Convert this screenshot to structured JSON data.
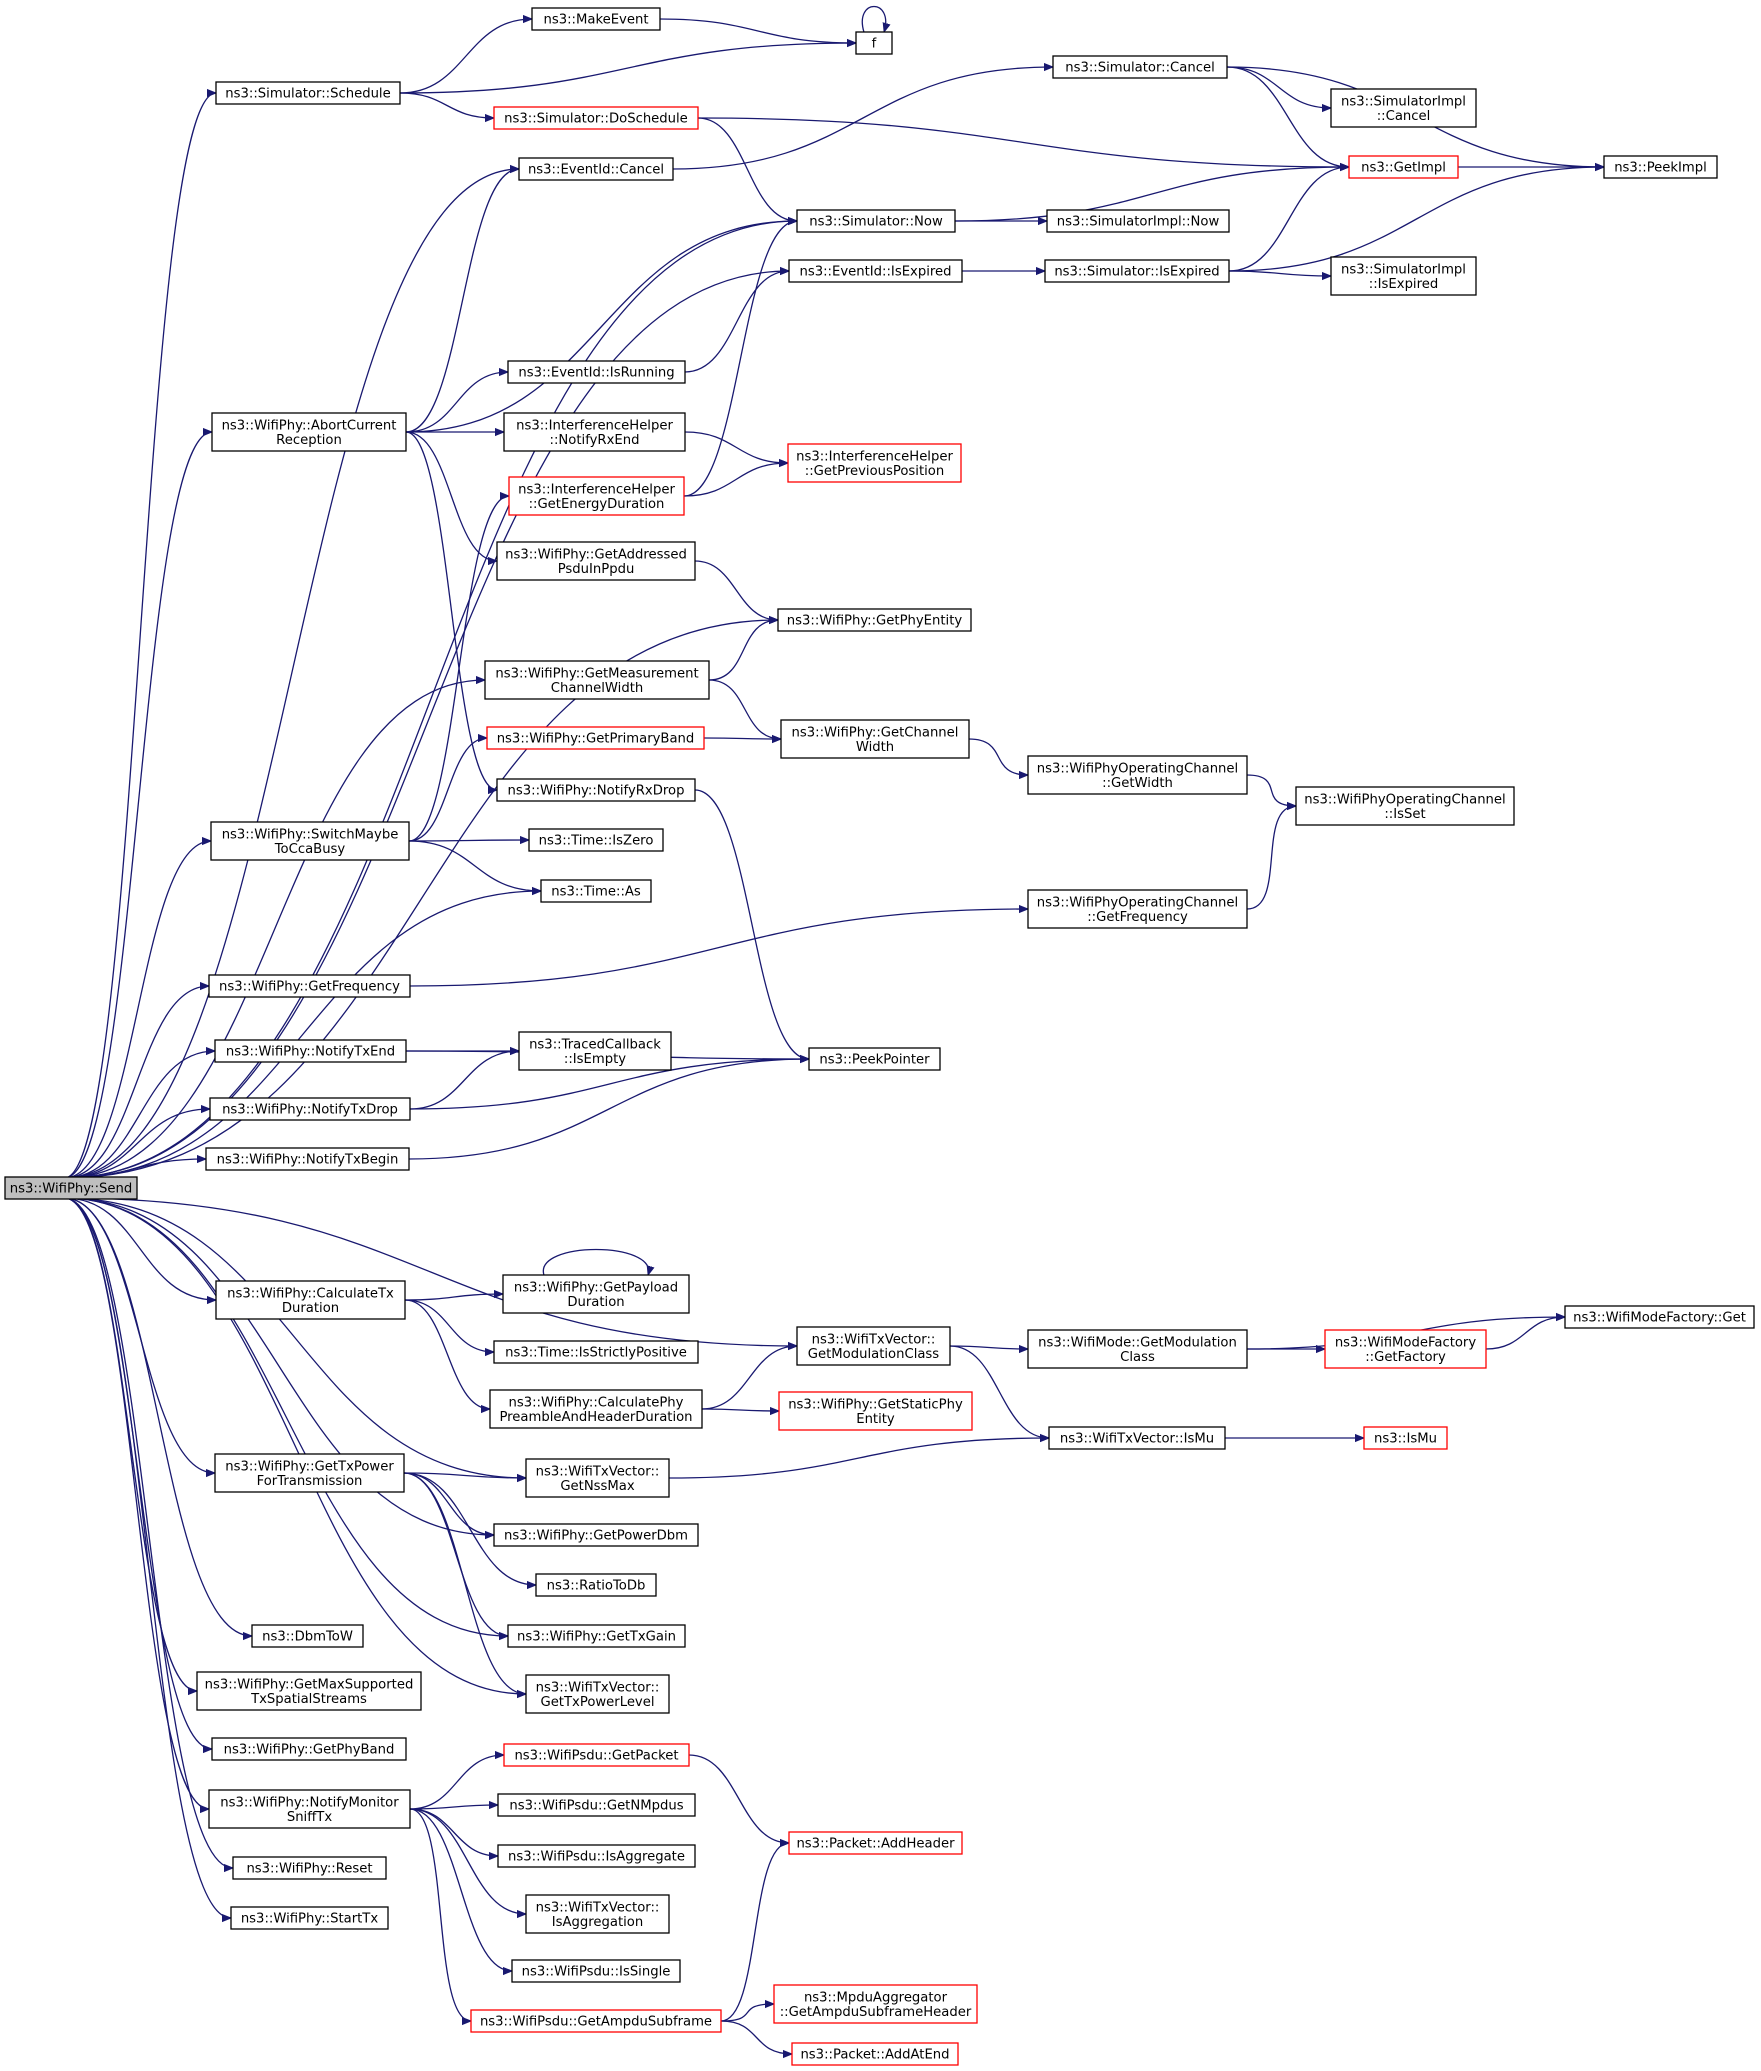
{
  "diagram": {
    "type": "call-graph",
    "nodes": [
      {
        "id": "send",
        "lines": [
          "ns3::WifiPhy::Send"
        ],
        "style": "root"
      },
      {
        "id": "makeevent",
        "lines": [
          "ns3::MakeEvent"
        ],
        "style": "normal"
      },
      {
        "id": "f",
        "lines": [
          "f"
        ],
        "style": "normal"
      },
      {
        "id": "schedule",
        "lines": [
          "ns3::Simulator::Schedule"
        ],
        "style": "normal"
      },
      {
        "id": "doschedule",
        "lines": [
          "ns3::Simulator::DoSchedule"
        ],
        "style": "red"
      },
      {
        "id": "simcancel",
        "lines": [
          "ns3::Simulator::Cancel"
        ],
        "style": "normal"
      },
      {
        "id": "simimplcancel",
        "lines": [
          "ns3::SimulatorImpl",
          "::Cancel"
        ],
        "style": "normal"
      },
      {
        "id": "eventcancel",
        "lines": [
          "ns3::EventId::Cancel"
        ],
        "style": "normal"
      },
      {
        "id": "getimpl",
        "lines": [
          "ns3::GetImpl"
        ],
        "style": "red"
      },
      {
        "id": "peekimpl",
        "lines": [
          "ns3::PeekImpl"
        ],
        "style": "normal"
      },
      {
        "id": "simnow",
        "lines": [
          "ns3::Simulator::Now"
        ],
        "style": "normal"
      },
      {
        "id": "simimplnow",
        "lines": [
          "ns3::SimulatorImpl::Now"
        ],
        "style": "normal"
      },
      {
        "id": "eventisexpired",
        "lines": [
          "ns3::EventId::IsExpired"
        ],
        "style": "normal"
      },
      {
        "id": "simisexpired",
        "lines": [
          "ns3::Simulator::IsExpired"
        ],
        "style": "normal"
      },
      {
        "id": "simimplisexpired",
        "lines": [
          "ns3::SimulatorImpl",
          "::IsExpired"
        ],
        "style": "normal"
      },
      {
        "id": "isrunning",
        "lines": [
          "ns3::EventId::IsRunning"
        ],
        "style": "normal"
      },
      {
        "id": "abort",
        "lines": [
          "ns3::WifiPhy::AbortCurrent",
          "Reception"
        ],
        "style": "normal"
      },
      {
        "id": "notifyrxend",
        "lines": [
          "ns3::InterferenceHelper",
          "::NotifyRxEnd"
        ],
        "style": "normal"
      },
      {
        "id": "getprevpos",
        "lines": [
          "ns3::InterferenceHelper",
          "::GetPreviousPosition"
        ],
        "style": "red"
      },
      {
        "id": "getenergy",
        "lines": [
          "ns3::InterferenceHelper",
          "::GetEnergyDuration"
        ],
        "style": "red"
      },
      {
        "id": "getaddressed",
        "lines": [
          "ns3::WifiPhy::GetAddressed",
          "PsduInPpdu"
        ],
        "style": "normal"
      },
      {
        "id": "getphyentity",
        "lines": [
          "ns3::WifiPhy::GetPhyEntity"
        ],
        "style": "normal"
      },
      {
        "id": "getmeas",
        "lines": [
          "ns3::WifiPhy::GetMeasurement",
          "ChannelWidth"
        ],
        "style": "normal"
      },
      {
        "id": "getprimary",
        "lines": [
          "ns3::WifiPhy::GetPrimaryBand"
        ],
        "style": "red"
      },
      {
        "id": "getchanwidth",
        "lines": [
          "ns3::WifiPhy::GetChannel",
          "Width"
        ],
        "style": "normal"
      },
      {
        "id": "opgetwidth",
        "lines": [
          "ns3::WifiPhyOperatingChannel",
          "::GetWidth"
        ],
        "style": "normal"
      },
      {
        "id": "opisset",
        "lines": [
          "ns3::WifiPhyOperatingChannel",
          "::IsSet"
        ],
        "style": "normal"
      },
      {
        "id": "notifyrxdrop",
        "lines": [
          "ns3::WifiPhy::NotifyRxDrop"
        ],
        "style": "normal"
      },
      {
        "id": "switchcca",
        "lines": [
          "ns3::WifiPhy::SwitchMaybe",
          "ToCcaBusy"
        ],
        "style": "normal"
      },
      {
        "id": "iszero",
        "lines": [
          "ns3::Time::IsZero"
        ],
        "style": "normal"
      },
      {
        "id": "timeas",
        "lines": [
          "ns3::Time::As"
        ],
        "style": "normal"
      },
      {
        "id": "opgetfreq",
        "lines": [
          "ns3::WifiPhyOperatingChannel",
          "::GetFrequency"
        ],
        "style": "normal"
      },
      {
        "id": "getfreq",
        "lines": [
          "ns3::WifiPhy::GetFrequency"
        ],
        "style": "normal"
      },
      {
        "id": "notifytxend",
        "lines": [
          "ns3::WifiPhy::NotifyTxEnd"
        ],
        "style": "normal"
      },
      {
        "id": "tracedisempty",
        "lines": [
          "ns3::TracedCallback",
          "::IsEmpty"
        ],
        "style": "normal"
      },
      {
        "id": "peekpointer",
        "lines": [
          "ns3::PeekPointer"
        ],
        "style": "normal"
      },
      {
        "id": "notifytxdrop",
        "lines": [
          "ns3::WifiPhy::NotifyTxDrop"
        ],
        "style": "normal"
      },
      {
        "id": "notifytxbegin",
        "lines": [
          "ns3::WifiPhy::NotifyTxBegin"
        ],
        "style": "normal"
      },
      {
        "id": "calctx",
        "lines": [
          "ns3::WifiPhy::CalculateTx",
          "Duration"
        ],
        "style": "normal"
      },
      {
        "id": "getpayload",
        "lines": [
          "ns3::WifiPhy::GetPayload",
          "Duration"
        ],
        "style": "normal"
      },
      {
        "id": "isstrictly",
        "lines": [
          "ns3::Time::IsStrictlyPositive"
        ],
        "style": "normal"
      },
      {
        "id": "calcpreamble",
        "lines": [
          "ns3::WifiPhy::CalculatePhy",
          "PreambleAndHeaderDuration"
        ],
        "style": "normal"
      },
      {
        "id": "getmodclass",
        "lines": [
          "ns3::WifiTxVector::",
          "GetModulationClass"
        ],
        "style": "normal"
      },
      {
        "id": "modegetmod",
        "lines": [
          "ns3::WifiMode::GetModulation",
          "Class"
        ],
        "style": "normal"
      },
      {
        "id": "getfactory",
        "lines": [
          "ns3::WifiModeFactory",
          "::GetFactory"
        ],
        "style": "red"
      },
      {
        "id": "factoryget",
        "lines": [
          "ns3::WifiModeFactory::Get"
        ],
        "style": "normal"
      },
      {
        "id": "getstaticphy",
        "lines": [
          "ns3::WifiPhy::GetStaticPhy",
          "Entity"
        ],
        "style": "red"
      },
      {
        "id": "txvecismu",
        "lines": [
          "ns3::WifiTxVector::IsMu"
        ],
        "style": "normal"
      },
      {
        "id": "ismu",
        "lines": [
          "ns3::IsMu"
        ],
        "style": "red"
      },
      {
        "id": "gettxpower",
        "lines": [
          "ns3::WifiPhy::GetTxPower",
          "ForTransmission"
        ],
        "style": "normal"
      },
      {
        "id": "getnssmax",
        "lines": [
          "ns3::WifiTxVector::",
          "GetNssMax"
        ],
        "style": "normal"
      },
      {
        "id": "getpowerdbm",
        "lines": [
          "ns3::WifiPhy::GetPowerDbm"
        ],
        "style": "normal"
      },
      {
        "id": "ratiotodb",
        "lines": [
          "ns3::RatioToDb"
        ],
        "style": "normal"
      },
      {
        "id": "gettxgain",
        "lines": [
          "ns3::WifiPhy::GetTxGain"
        ],
        "style": "normal"
      },
      {
        "id": "dbmtow",
        "lines": [
          "ns3::DbmToW"
        ],
        "style": "normal"
      },
      {
        "id": "gettxpowerlevel",
        "lines": [
          "ns3::WifiTxVector::",
          "GetTxPowerLevel"
        ],
        "style": "normal"
      },
      {
        "id": "getmaxsupp",
        "lines": [
          "ns3::WifiPhy::GetMaxSupported",
          "TxSpatialStreams"
        ],
        "style": "normal"
      },
      {
        "id": "getphyband",
        "lines": [
          "ns3::WifiPhy::GetPhyBand"
        ],
        "style": "normal"
      },
      {
        "id": "notifymonitor",
        "lines": [
          "ns3::WifiPhy::NotifyMonitor",
          "SniffTx"
        ],
        "style": "normal"
      },
      {
        "id": "psdugetpacket",
        "lines": [
          "ns3::WifiPsdu::GetPacket"
        ],
        "style": "red"
      },
      {
        "id": "psdugetnmpdus",
        "lines": [
          "ns3::WifiPsdu::GetNMpdus"
        ],
        "style": "normal"
      },
      {
        "id": "psduisagg",
        "lines": [
          "ns3::WifiPsdu::IsAggregate"
        ],
        "style": "normal"
      },
      {
        "id": "txvecisagg",
        "lines": [
          "ns3::WifiTxVector::",
          "IsAggregation"
        ],
        "style": "normal"
      },
      {
        "id": "psduissingle",
        "lines": [
          "ns3::WifiPsdu::IsSingle"
        ],
        "style": "normal"
      },
      {
        "id": "psdugetampdu",
        "lines": [
          "ns3::WifiPsdu::GetAmpduSubframe"
        ],
        "style": "red"
      },
      {
        "id": "addheader",
        "lines": [
          "ns3::Packet::AddHeader"
        ],
        "style": "red"
      },
      {
        "id": "getampduhdr",
        "lines": [
          "ns3::MpduAggregator",
          "::GetAmpduSubframeHeader"
        ],
        "style": "red"
      },
      {
        "id": "addatend",
        "lines": [
          "ns3::Packet::AddAtEnd"
        ],
        "style": "red"
      },
      {
        "id": "reset",
        "lines": [
          "ns3::WifiPhy::Reset"
        ],
        "style": "normal"
      },
      {
        "id": "starttx",
        "lines": [
          "ns3::WifiPhy::StartTx"
        ],
        "style": "normal"
      }
    ],
    "edges": [
      [
        "send",
        "schedule"
      ],
      [
        "send",
        "eventcancel"
      ],
      [
        "send",
        "simnow"
      ],
      [
        "send",
        "eventisexpired"
      ],
      [
        "send",
        "abort"
      ],
      [
        "send",
        "getphyentity"
      ],
      [
        "send",
        "getmeas"
      ],
      [
        "send",
        "switchcca"
      ],
      [
        "send",
        "timeas"
      ],
      [
        "send",
        "getfreq"
      ],
      [
        "send",
        "notifytxend"
      ],
      [
        "send",
        "notifytxdrop"
      ],
      [
        "send",
        "notifytxbegin"
      ],
      [
        "send",
        "getmodclass"
      ],
      [
        "send",
        "calctx"
      ],
      [
        "send",
        "getnssmax"
      ],
      [
        "send",
        "getpowerdbm"
      ],
      [
        "send",
        "gettxpower"
      ],
      [
        "send",
        "gettxgain"
      ],
      [
        "send",
        "gettxpowerlevel"
      ],
      [
        "send",
        "dbmtow"
      ],
      [
        "send",
        "getmaxsupp"
      ],
      [
        "send",
        "getphyband"
      ],
      [
        "send",
        "notifymonitor"
      ],
      [
        "send",
        "reset"
      ],
      [
        "send",
        "starttx"
      ],
      [
        "schedule",
        "makeevent"
      ],
      [
        "schedule",
        "f"
      ],
      [
        "schedule",
        "doschedule"
      ],
      [
        "makeevent",
        "f"
      ],
      [
        "f",
        "f"
      ],
      [
        "doschedule",
        "getimpl"
      ],
      [
        "doschedule",
        "simnow"
      ],
      [
        "eventcancel",
        "simcancel"
      ],
      [
        "simcancel",
        "peekimpl"
      ],
      [
        "simcancel",
        "simimplcancel"
      ],
      [
        "simcancel",
        "getimpl"
      ],
      [
        "getimpl",
        "peekimpl"
      ],
      [
        "simnow",
        "getimpl"
      ],
      [
        "simnow",
        "simimplnow"
      ],
      [
        "eventisexpired",
        "simisexpired"
      ],
      [
        "simisexpired",
        "getimpl"
      ],
      [
        "simisexpired",
        "peekimpl"
      ],
      [
        "simisexpired",
        "simimplisexpired"
      ],
      [
        "isrunning",
        "eventisexpired"
      ],
      [
        "abort",
        "eventcancel"
      ],
      [
        "abort",
        "simnow"
      ],
      [
        "abort",
        "isrunning"
      ],
      [
        "abort",
        "notifyrxend"
      ],
      [
        "abort",
        "getaddressed"
      ],
      [
        "abort",
        "notifyrxdrop"
      ],
      [
        "notifyrxend",
        "getprevpos"
      ],
      [
        "getenergy",
        "getprevpos"
      ],
      [
        "getenergy",
        "simnow"
      ],
      [
        "getaddressed",
        "getphyentity"
      ],
      [
        "getmeas",
        "getphyentity"
      ],
      [
        "getmeas",
        "getchanwidth"
      ],
      [
        "getprimary",
        "getchanwidth"
      ],
      [
        "getchanwidth",
        "opgetwidth"
      ],
      [
        "opgetwidth",
        "opisset"
      ],
      [
        "opgetfreq",
        "opisset"
      ],
      [
        "notifyrxdrop",
        "peekpointer"
      ],
      [
        "switchcca",
        "getenergy"
      ],
      [
        "switchcca",
        "getprimary"
      ],
      [
        "switchcca",
        "iszero"
      ],
      [
        "switchcca",
        "timeas"
      ],
      [
        "getfreq",
        "opgetfreq"
      ],
      [
        "notifytxend",
        "peekpointer"
      ],
      [
        "notifytxend",
        "tracedisempty"
      ],
      [
        "notifytxdrop",
        "tracedisempty"
      ],
      [
        "notifytxdrop",
        "peekpointer"
      ],
      [
        "notifytxbegin",
        "peekpointer"
      ],
      [
        "calctx",
        "getpayload"
      ],
      [
        "calctx",
        "isstrictly"
      ],
      [
        "calctx",
        "calcpreamble"
      ],
      [
        "getpayload",
        "getpayload"
      ],
      [
        "calcpreamble",
        "getmodclass"
      ],
      [
        "calcpreamble",
        "getstaticphy"
      ],
      [
        "getmodclass",
        "modegetmod"
      ],
      [
        "getmodclass",
        "txvecismu"
      ],
      [
        "modegetmod",
        "factoryget"
      ],
      [
        "modegetmod",
        "getfactory"
      ],
      [
        "getfactory",
        "factoryget"
      ],
      [
        "txvecismu",
        "ismu"
      ],
      [
        "getnssmax",
        "txvecismu"
      ],
      [
        "gettxpower",
        "getnssmax"
      ],
      [
        "gettxpower",
        "getpowerdbm"
      ],
      [
        "gettxpower",
        "ratiotodb"
      ],
      [
        "gettxpower",
        "gettxgain"
      ],
      [
        "gettxpower",
        "gettxpowerlevel"
      ],
      [
        "notifymonitor",
        "psdugetpacket"
      ],
      [
        "notifymonitor",
        "psdugetnmpdus"
      ],
      [
        "notifymonitor",
        "psduisagg"
      ],
      [
        "notifymonitor",
        "txvecisagg"
      ],
      [
        "notifymonitor",
        "psduissingle"
      ],
      [
        "notifymonitor",
        "psdugetampdu"
      ],
      [
        "psdugetpacket",
        "addheader"
      ],
      [
        "psdugetampdu",
        "addheader"
      ],
      [
        "psdugetampdu",
        "getampduhdr"
      ],
      [
        "psdugetampdu",
        "addatend"
      ]
    ]
  }
}
